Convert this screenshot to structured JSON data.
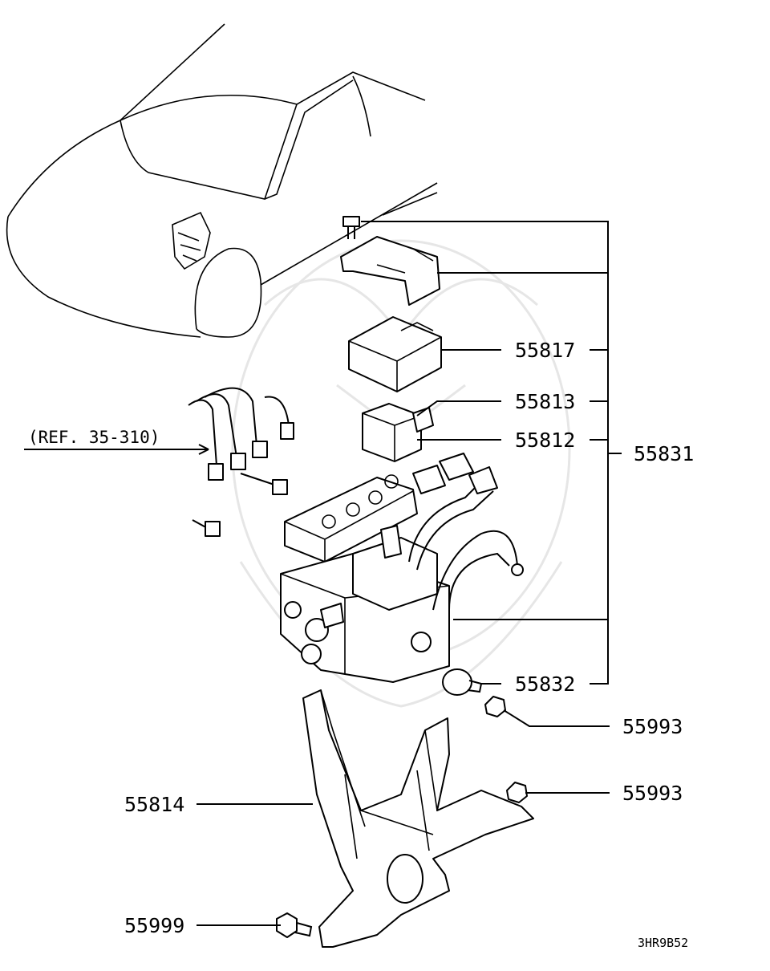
{
  "diagram": {
    "reference_label": "(REF. 35-310)",
    "drawing_code": "3HR9B52",
    "part_labels": {
      "p55817": "55817",
      "p55813": "55813",
      "p55812": "55812",
      "p55831": "55831",
      "p55832": "55832",
      "p55993_upper": "55993",
      "p55993_lower": "55993",
      "p55814": "55814",
      "p55999": "55999"
    }
  }
}
